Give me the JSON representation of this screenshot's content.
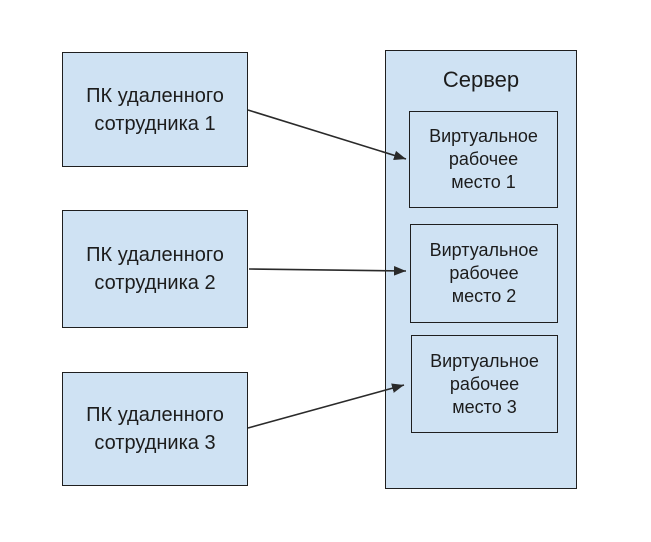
{
  "diagram": {
    "clients": [
      {
        "label": "ПК удаленного\nсотрудника 1"
      },
      {
        "label": "ПК удаленного\nсотрудника 2"
      },
      {
        "label": "ПК удаленного\nсотрудника 3"
      }
    ],
    "server": {
      "title": "Сервер",
      "workspaces": [
        {
          "label": "Виртуальное\nрабочее\nместо 1"
        },
        {
          "label": "Виртуальное\nрабочее\nместо 2"
        },
        {
          "label": "Виртуальное\nрабочее\nместо 3"
        }
      ]
    },
    "connections": [
      {
        "from": "ПК удаленного сотрудника 1",
        "to": "Виртуальное рабочее место 1"
      },
      {
        "from": "ПК удаленного сотрудника 2",
        "to": "Виртуальное рабочее место 2"
      },
      {
        "from": "ПК удаленного сотрудника 3",
        "to": "Виртуальное рабочее место 3"
      }
    ],
    "colors": {
      "node_fill": "#cfe2f3",
      "node_border": "#1f1f1f",
      "text": "#1c1c1c",
      "arrow": "#2a2a2a",
      "background": "#ffffff"
    }
  }
}
